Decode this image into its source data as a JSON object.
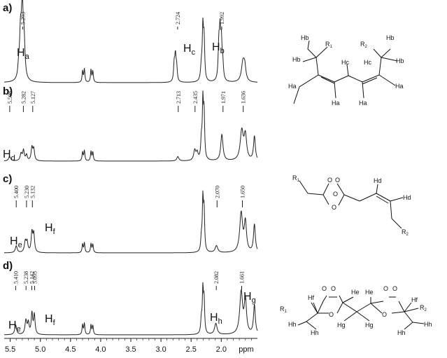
{
  "chart_data": {
    "type": "line",
    "xlabel": "ppm",
    "xlim": [
      5.6,
      1.4
    ],
    "x_ticks": [
      "5.5",
      "5.0",
      "4.5",
      "4.0",
      "3.5",
      "3.0",
      "2.5",
      "2.0",
      "ppm"
    ],
    "x_tick_values": [
      5.5,
      5.0,
      4.5,
      4.0,
      3.5,
      3.0,
      2.5,
      2.0
    ],
    "panels": [
      {
        "label": "a)",
        "peaks": [
          {
            "ppm": 5.3,
            "h": 1.0,
            "w": 0.018
          },
          {
            "ppm": 5.33,
            "h": 0.62,
            "w": 0.018
          },
          {
            "ppm": 5.27,
            "h": 0.48,
            "w": 0.018
          },
          {
            "ppm": 5.36,
            "h": 0.15,
            "w": 0.015
          },
          {
            "ppm": 4.3,
            "h": 0.16,
            "w": 0.01
          },
          {
            "ppm": 4.27,
            "h": 0.19,
            "w": 0.01
          },
          {
            "ppm": 4.16,
            "h": 0.18,
            "w": 0.01
          },
          {
            "ppm": 4.13,
            "h": 0.16,
            "w": 0.01
          },
          {
            "ppm": 2.78,
            "h": 0.25,
            "w": 0.012
          },
          {
            "ppm": 2.76,
            "h": 0.35,
            "w": 0.012
          },
          {
            "ppm": 2.74,
            "h": 0.2,
            "w": 0.012
          },
          {
            "ppm": 2.33,
            "h": 0.2,
            "w": 0.015
          },
          {
            "ppm": 2.305,
            "h": 0.72,
            "w": 0.012
          },
          {
            "ppm": 2.285,
            "h": 0.56,
            "w": 0.012
          },
          {
            "ppm": 2.04,
            "h": 0.48,
            "w": 0.013
          },
          {
            "ppm": 2.02,
            "h": 0.62,
            "w": 0.013
          },
          {
            "ppm": 1.998,
            "h": 0.5,
            "w": 0.013
          },
          {
            "ppm": 1.975,
            "h": 0.22,
            "w": 0.013
          },
          {
            "ppm": 1.64,
            "h": 0.28,
            "w": 0.03
          },
          {
            "ppm": 1.61,
            "h": 0.18,
            "w": 0.022
          }
        ],
        "labels": [
          {
            "ppm": 5.293,
            "text": "5.293"
          },
          {
            "ppm": 2.724,
            "text": "2.724"
          },
          {
            "ppm": 1.992,
            "text": "1.992"
          }
        ],
        "annotations": [
          {
            "text": "H",
            "sub": "a"
          },
          {
            "text": "H",
            "sub": "c"
          },
          {
            "text": "H",
            "sub": "b"
          }
        ]
      },
      {
        "label": "b)",
        "peaks": [
          {
            "ppm": 5.51,
            "h": 0.06,
            "w": 0.02
          },
          {
            "ppm": 5.32,
            "h": 0.1,
            "w": 0.018
          },
          {
            "ppm": 5.28,
            "h": 0.14,
            "w": 0.015
          },
          {
            "ppm": 5.23,
            "h": 0.08,
            "w": 0.015
          },
          {
            "ppm": 5.14,
            "h": 0.18,
            "w": 0.015
          },
          {
            "ppm": 5.11,
            "h": 0.16,
            "w": 0.015
          },
          {
            "ppm": 4.3,
            "h": 0.12,
            "w": 0.01
          },
          {
            "ppm": 4.27,
            "h": 0.14,
            "w": 0.01
          },
          {
            "ppm": 4.16,
            "h": 0.13,
            "w": 0.01
          },
          {
            "ppm": 4.13,
            "h": 0.12,
            "w": 0.01
          },
          {
            "ppm": 2.72,
            "h": 0.06,
            "w": 0.02
          },
          {
            "ppm": 2.44,
            "h": 0.14,
            "w": 0.02
          },
          {
            "ppm": 2.4,
            "h": 0.1,
            "w": 0.018
          },
          {
            "ppm": 2.33,
            "h": 0.25,
            "w": 0.012
          },
          {
            "ppm": 2.305,
            "h": 0.76,
            "w": 0.011
          },
          {
            "ppm": 2.285,
            "h": 0.6,
            "w": 0.011
          },
          {
            "ppm": 1.99,
            "h": 0.36,
            "w": 0.022
          },
          {
            "ppm": 1.66,
            "h": 0.4,
            "w": 0.03
          },
          {
            "ppm": 1.6,
            "h": 0.33,
            "w": 0.025
          },
          {
            "ppm": 1.45,
            "h": 0.33,
            "w": 0.018
          }
        ],
        "labels": [
          {
            "ppm": 5.508,
            "text": "5.508"
          },
          {
            "ppm": 5.282,
            "text": "5.282"
          },
          {
            "ppm": 5.127,
            "text": "5.127"
          },
          {
            "ppm": 2.713,
            "text": "2.713"
          },
          {
            "ppm": 2.435,
            "text": "2.435"
          },
          {
            "ppm": 1.971,
            "text": "1.971"
          },
          {
            "ppm": 1.636,
            "text": "1.636"
          }
        ],
        "annotations": [
          {
            "text": "H",
            "sub": "d"
          }
        ]
      },
      {
        "label": "c)",
        "peaks": [
          {
            "ppm": 5.4,
            "h": 0.1,
            "w": 0.018
          },
          {
            "ppm": 5.25,
            "h": 0.16,
            "w": 0.018
          },
          {
            "ppm": 5.22,
            "h": 0.14,
            "w": 0.015
          },
          {
            "ppm": 5.14,
            "h": 0.28,
            "w": 0.015
          },
          {
            "ppm": 5.11,
            "h": 0.26,
            "w": 0.015
          },
          {
            "ppm": 4.3,
            "h": 0.12,
            "w": 0.01
          },
          {
            "ppm": 4.27,
            "h": 0.14,
            "w": 0.01
          },
          {
            "ppm": 4.16,
            "h": 0.13,
            "w": 0.01
          },
          {
            "ppm": 4.13,
            "h": 0.12,
            "w": 0.01
          },
          {
            "ppm": 2.33,
            "h": 0.18,
            "w": 0.012
          },
          {
            "ppm": 2.305,
            "h": 0.72,
            "w": 0.011
          },
          {
            "ppm": 2.285,
            "h": 0.56,
            "w": 0.011
          },
          {
            "ppm": 2.08,
            "h": 0.1,
            "w": 0.025
          },
          {
            "ppm": 1.67,
            "h": 0.56,
            "w": 0.028
          },
          {
            "ppm": 1.6,
            "h": 0.42,
            "w": 0.022
          },
          {
            "ppm": 1.45,
            "h": 0.4,
            "w": 0.018
          }
        ],
        "labels": [
          {
            "ppm": 5.4,
            "text": "5.400"
          },
          {
            "ppm": 5.23,
            "text": "5.230"
          },
          {
            "ppm": 5.132,
            "text": "5.132"
          },
          {
            "ppm": 2.07,
            "text": "2.070"
          },
          {
            "ppm": 1.65,
            "text": "1.650"
          }
        ],
        "annotations": [
          {
            "text": "H",
            "sub": "e"
          },
          {
            "text": "H",
            "sub": "f"
          }
        ]
      },
      {
        "label": "d)",
        "peaks": [
          {
            "ppm": 5.41,
            "h": 0.14,
            "w": 0.018
          },
          {
            "ppm": 5.24,
            "h": 0.2,
            "w": 0.018
          },
          {
            "ppm": 5.2,
            "h": 0.16,
            "w": 0.015
          },
          {
            "ppm": 5.14,
            "h": 0.3,
            "w": 0.014
          },
          {
            "ppm": 5.1,
            "h": 0.28,
            "w": 0.014
          },
          {
            "ppm": 4.3,
            "h": 0.14,
            "w": 0.01
          },
          {
            "ppm": 4.27,
            "h": 0.16,
            "w": 0.01
          },
          {
            "ppm": 4.16,
            "h": 0.14,
            "w": 0.01
          },
          {
            "ppm": 4.13,
            "h": 0.13,
            "w": 0.01
          },
          {
            "ppm": 2.33,
            "h": 0.2,
            "w": 0.012
          },
          {
            "ppm": 2.305,
            "h": 0.6,
            "w": 0.011
          },
          {
            "ppm": 2.285,
            "h": 0.46,
            "w": 0.011
          },
          {
            "ppm": 2.09,
            "h": 0.16,
            "w": 0.025
          },
          {
            "ppm": 1.67,
            "h": 0.6,
            "w": 0.028
          },
          {
            "ppm": 1.6,
            "h": 0.48,
            "w": 0.022
          },
          {
            "ppm": 1.45,
            "h": 0.42,
            "w": 0.018
          }
        ],
        "labels": [
          {
            "ppm": 5.41,
            "text": "5.410"
          },
          {
            "ppm": 5.238,
            "text": "5.238"
          },
          {
            "ppm": 5.142,
            "text": "5.142"
          },
          {
            "ppm": 5.095,
            "text": "5.095"
          },
          {
            "ppm": 2.082,
            "text": "2.082"
          },
          {
            "ppm": 1.661,
            "text": "1.661"
          }
        ],
        "annotations": [
          {
            "text": "H",
            "sub": "e"
          },
          {
            "text": "H",
            "sub": "f"
          },
          {
            "text": "H",
            "sub": "h"
          },
          {
            "text": "H",
            "sub": "g"
          }
        ]
      }
    ]
  },
  "structures": {
    "s1": {
      "atoms": [
        {
          "t": "Hb"
        },
        {
          "t": "R",
          "s": "1"
        },
        {
          "t": "Hb"
        },
        {
          "t": "Ha"
        },
        {
          "t": "Hc"
        },
        {
          "t": "Hc"
        },
        {
          "t": "Ha"
        },
        {
          "t": "Ha"
        },
        {
          "t": "Ha"
        },
        {
          "t": "R",
          "s": "2"
        },
        {
          "t": "Hb"
        },
        {
          "t": "Hb"
        }
      ]
    },
    "s2": {
      "atoms": [
        {
          "t": "R",
          "s": "1"
        },
        {
          "t": "O"
        },
        {
          "t": "O"
        },
        {
          "t": "O"
        },
        {
          "t": "O"
        },
        {
          "t": "Hd"
        },
        {
          "t": "Hd"
        },
        {
          "t": "R",
          "s": "2"
        }
      ]
    },
    "s3": {
      "atoms": [
        {
          "t": "O"
        },
        {
          "t": "O"
        },
        {
          "t": "Hf"
        },
        {
          "t": "He"
        },
        {
          "t": "He"
        },
        {
          "t": "O"
        },
        {
          "t": "O"
        },
        {
          "t": "Hf"
        },
        {
          "t": "R",
          "s": "1"
        },
        {
          "t": "O"
        },
        {
          "t": "O"
        },
        {
          "t": "R",
          "s": "2"
        },
        {
          "t": "Hh"
        },
        {
          "t": "Hh"
        },
        {
          "t": "Hg"
        },
        {
          "t": "Hg"
        },
        {
          "t": "Hh"
        },
        {
          "t": "Hh"
        }
      ]
    }
  }
}
